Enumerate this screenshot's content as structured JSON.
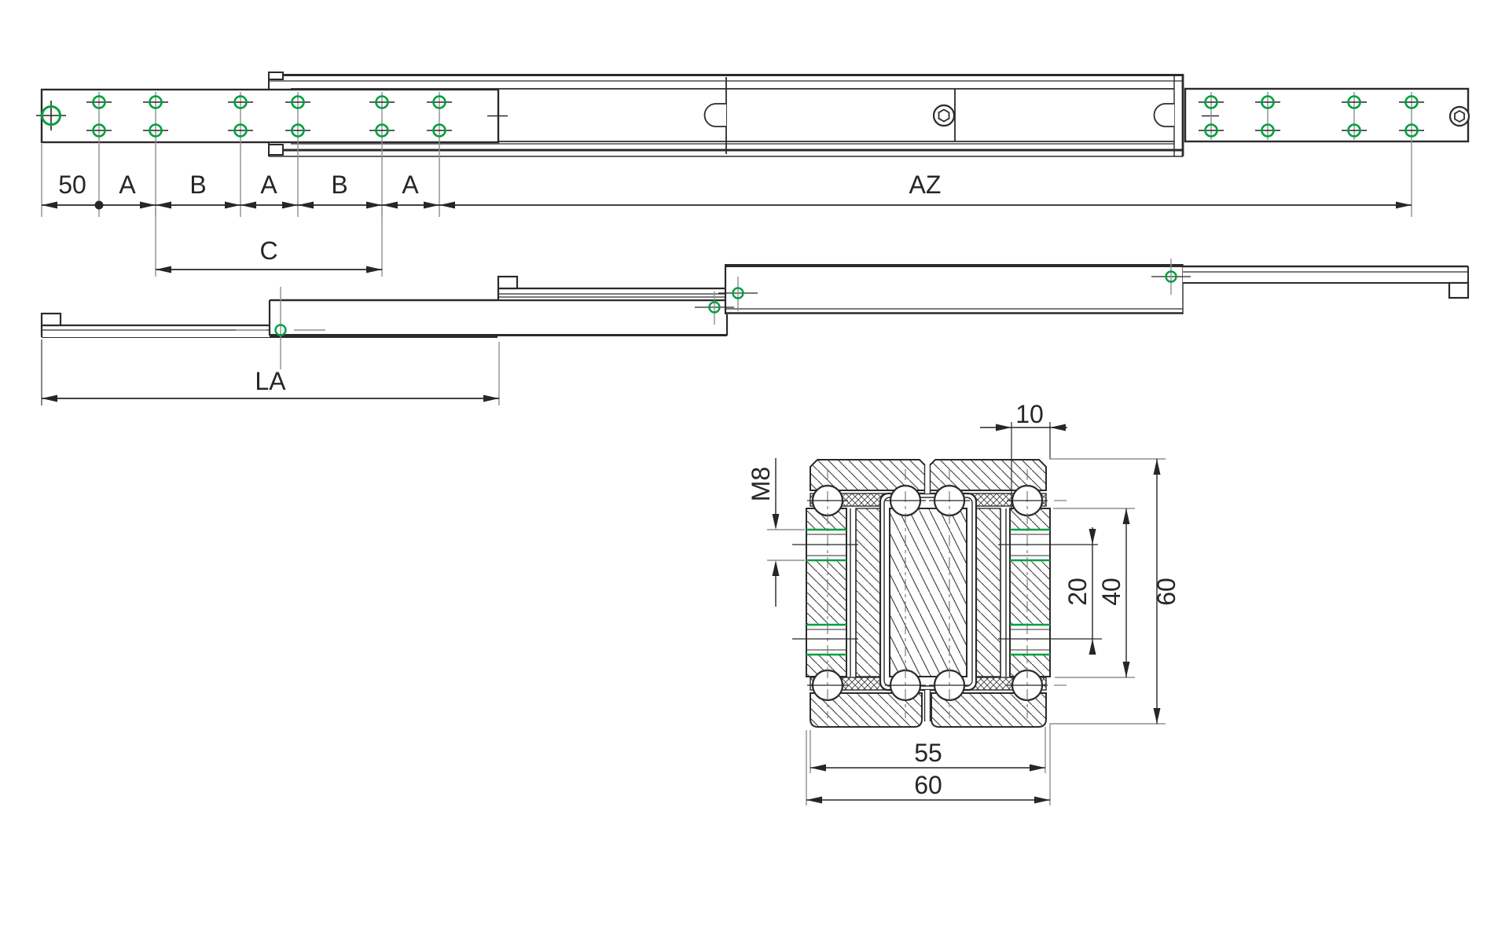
{
  "drawing": {
    "title": "telescopic-slide-technical-drawing",
    "colors": {
      "hole_green": "#00a040",
      "line_dark": "#2b2b2b",
      "text_dark": "#262626",
      "centerline_gray": "#8f8f8f"
    },
    "plan_view": {
      "dim_row": {
        "d50": "50",
        "a1": "A",
        "b1": "B",
        "a2": "A",
        "b2": "B",
        "a3": "A",
        "az": "AZ"
      },
      "c_label": "C"
    },
    "side_view": {
      "la_label": "LA"
    },
    "section_view": {
      "ten": "10",
      "m8": "M8",
      "twenty": "20",
      "forty": "40",
      "sixty_right": "60",
      "fiftyfive": "55",
      "sixty_bottom": "60"
    }
  }
}
